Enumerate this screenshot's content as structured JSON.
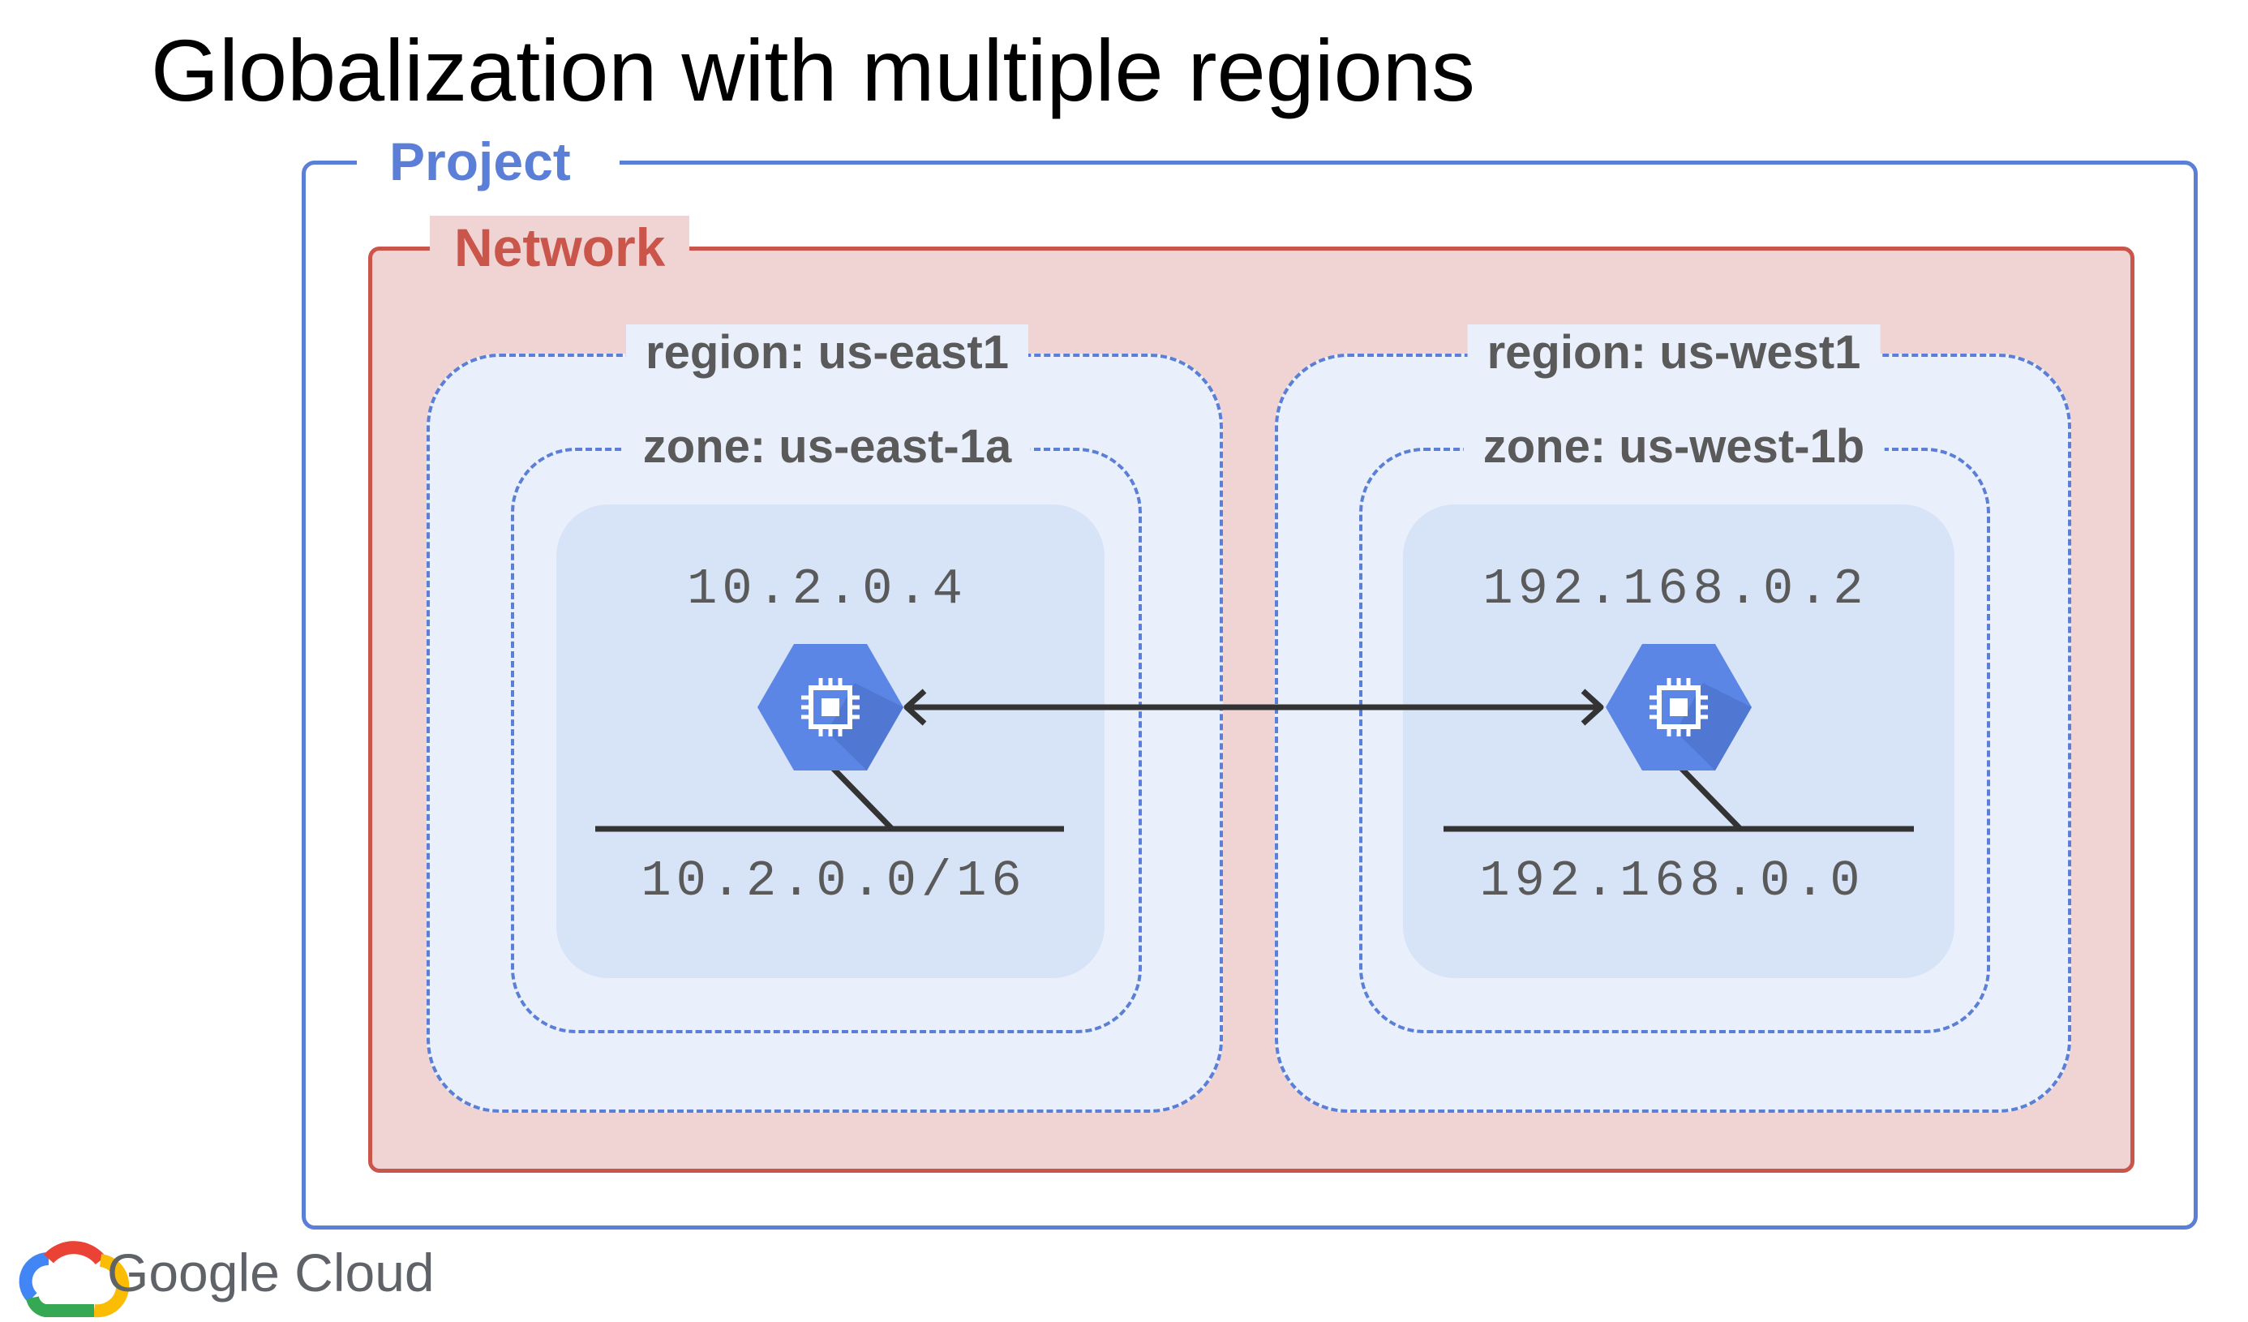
{
  "title": "Globalization with multiple regions",
  "project": {
    "label": "Project"
  },
  "network": {
    "label": "Network"
  },
  "regions": [
    {
      "label": "region: us-east1",
      "zone": "zone: us-east-1a",
      "vm_ip": "10.2.0.4",
      "subnet": "10.2.0.0/16"
    },
    {
      "label": "region: us-west1",
      "zone": "zone: us-west-1b",
      "vm_ip": "192.168.0.2",
      "subnet": "192.168.0.0"
    }
  ],
  "footer": {
    "brand": "Google Cloud"
  },
  "colors": {
    "project": "#5b7fd6",
    "network": "#c9554b",
    "network_fill": "#f0d4d4",
    "region_fill": "#eaf0fb",
    "subnet_fill": "#d7e3f6",
    "vm_icon": "#5b86e5"
  },
  "icons": [
    "compute-engine-vm-icon",
    "bidirectional-arrow",
    "google-cloud-logo-icon"
  ]
}
